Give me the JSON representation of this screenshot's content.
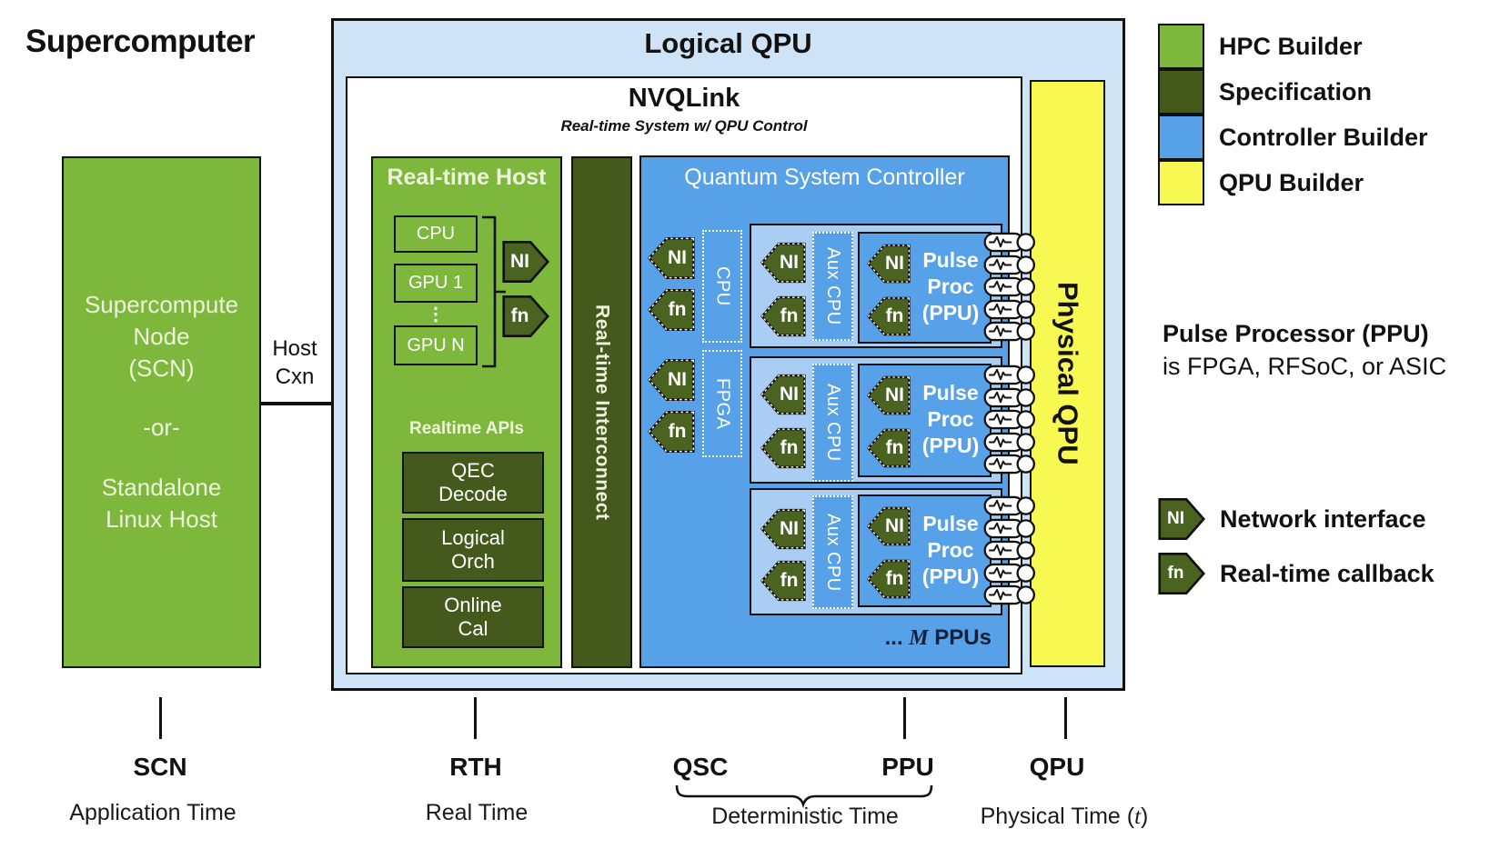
{
  "page": {
    "title": "Supercomputer"
  },
  "colors": {
    "hpc_green": "#7db83d",
    "spec_dark_green": "#44591c",
    "controller_blue": "#57a1e8",
    "panel_blue": "#a9cdf3",
    "pale_blue": "#cfe3f7",
    "qpu_yellow": "#f8f852"
  },
  "scn": {
    "l1": "Supercompute",
    "l2": "Node",
    "l3": "(SCN)",
    "or": "-or-",
    "l4": "Standalone",
    "l5": "Linux Host"
  },
  "host_cxn": {
    "l1": "Host",
    "l2": "Cxn"
  },
  "logical_qpu": {
    "title": "Logical QPU"
  },
  "nvqlink": {
    "title": "NVQLink",
    "subtitle": "Real-time System w/ QPU Control"
  },
  "icons": {
    "ni": "NI",
    "fn": "fn"
  },
  "rth": {
    "title": "Real-time Host",
    "cpu": "CPU",
    "gpu1": "GPU 1",
    "dots": "⋮",
    "gpun": "GPU N",
    "apis_label": "Realtime APIs",
    "apis": [
      {
        "l1": "QEC",
        "l2": "Decode"
      },
      {
        "l1": "Logical",
        "l2": "Orch"
      },
      {
        "l1": "Online",
        "l2": "Cal"
      }
    ]
  },
  "interconnect": {
    "label": "Real-time Interconnect"
  },
  "qsc": {
    "title": "Quantum System Controller",
    "cpu": "CPU",
    "fpga": "FPGA",
    "aux_cpu": "Aux CPU",
    "ppu": {
      "l1": "Pulse",
      "l2": "Proc",
      "l3": "(PPU)"
    },
    "m_ppus": {
      "prefix": "... ",
      "m": "M",
      "suffix": " PPUs"
    }
  },
  "physical_qpu": {
    "label": "Physical QPU"
  },
  "legend": {
    "items": [
      {
        "label": "HPC Builder"
      },
      {
        "label": "Specification"
      },
      {
        "label": "Controller Builder"
      },
      {
        "label": "QPU Builder"
      }
    ]
  },
  "notes": {
    "ppu_title": "Pulse Processor (PPU)",
    "ppu_desc": "is FPGA, RFSoC, or ASIC",
    "ni": "Network interface",
    "fn": "Real-time callback"
  },
  "footer": {
    "scn": "SCN",
    "rth": "RTH",
    "qsc": "QSC",
    "ppu": "PPU",
    "qpu": "QPU",
    "app_time": "Application Time",
    "real_time": "Real Time",
    "det_time": "Deterministic Time",
    "phys_prefix": "Physical Time (",
    "phys_t": "t",
    "phys_suffix": ")"
  }
}
